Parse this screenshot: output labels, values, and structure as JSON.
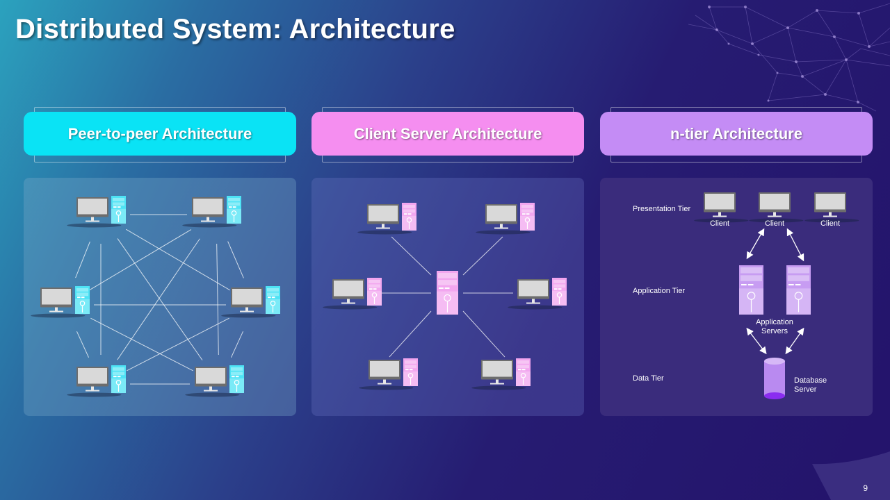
{
  "slide": {
    "title": "Distributed System: Architecture",
    "page_number": "9"
  },
  "columns": [
    {
      "header": "Peer-to-peer Architecture",
      "accent": "#0ae3f5",
      "peer_count": 6
    },
    {
      "header": "Client Server Architecture",
      "accent": "#f58ef0",
      "client_count": 6
    },
    {
      "header": "n-tier Architecture",
      "accent": "#c48cf5"
    }
  ],
  "ntier": {
    "tiers": [
      "Presentation Tier",
      "Application Tier",
      "Data Tier"
    ],
    "clients": [
      "Client",
      "Client",
      "Client"
    ],
    "app_servers_label": "Application Servers",
    "database_label": "Database Server"
  },
  "colors": {
    "p2p_tower": "#4ee3f5",
    "cs_tower": "#f2a6ef",
    "ntier_tower": "#c79cf2",
    "db": "#b98af0"
  }
}
